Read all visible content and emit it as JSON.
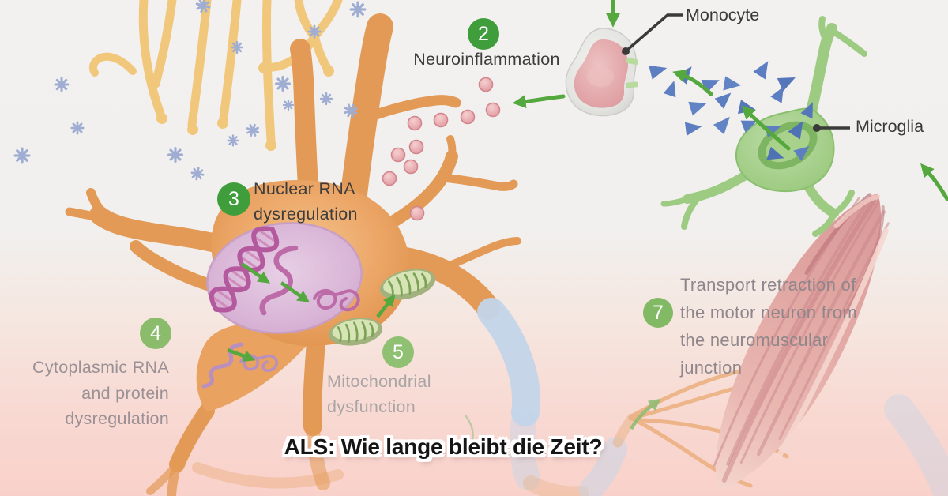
{
  "title": "ALS: Wie lange bleibt die Zeit?",
  "cells": {
    "monocyte_label": "Monocyte",
    "microglia_label": "Microglia"
  },
  "steps": [
    {
      "number": "2",
      "lines": [
        "Neuroinflammation"
      ]
    },
    {
      "number": "3",
      "lines": [
        "Nuclear RNA",
        "dysregulation"
      ]
    },
    {
      "number": "4",
      "lines": [
        "Cytoplasmic RNA",
        "and protein",
        "dysregulation"
      ]
    },
    {
      "number": "5",
      "lines": [
        "Mitochondrial",
        "dysfunction"
      ]
    },
    {
      "number": "7",
      "lines": [
        "Transport retraction of",
        "the motor neuron from",
        "the neuromuscular",
        "junction"
      ]
    }
  ],
  "illustration_parts": [
    "motor-neuron",
    "presynaptic-terminals",
    "neurotransmitters",
    "cell-nucleus",
    "dna",
    "rna",
    "protein-aggregate",
    "mitochondria",
    "cytokines",
    "monocyte",
    "microglia",
    "debris-triangles",
    "axon",
    "myelin-sheath",
    "axon-terminal-branches",
    "muscle-fiber"
  ],
  "colors": {
    "badge_green_dark": "#3f9e3b",
    "badge_green_light": "#8abc6c",
    "label_dark": "#3d3d3d",
    "label_grey": "#958d92",
    "neuron_orange": "#e39a56",
    "nucleus_lilac": "#d9b3d6",
    "dna_magenta": "#b4599e",
    "mitochondria_green": "#a2b27e",
    "monocyte_pink": "#e2a0a4",
    "microglia_green": "#9ecb82",
    "triangle_blue": "#5d7ec0",
    "arrow_green": "#54a83d",
    "myelin_blue": "#c3d5e9",
    "muscle_pink": "#e3aaa5",
    "cytokine_pink": "#e8abae",
    "neurotransmitter_blue": "#9fadd3",
    "synaptic_terminal_yellow": "#f1c77c",
    "background_top": "#f2f1f0",
    "background_bottom": "#f9d1ca"
  }
}
